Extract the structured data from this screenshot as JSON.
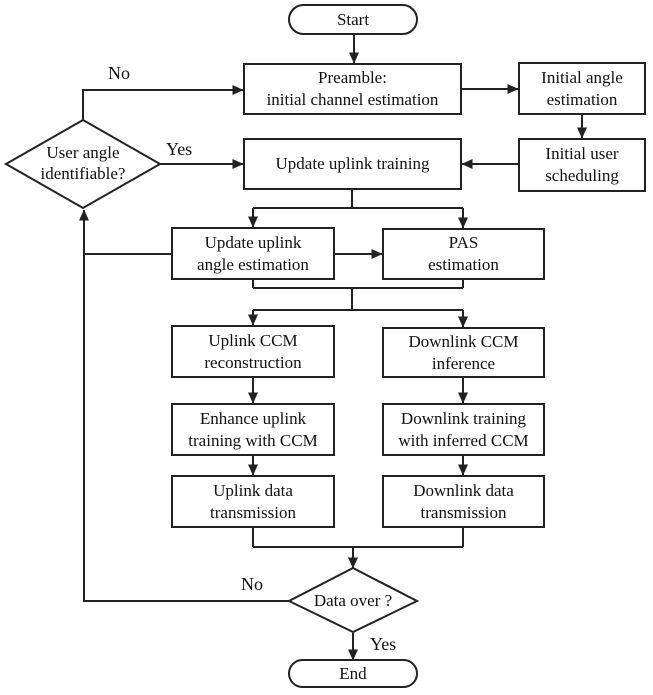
{
  "colors": {
    "line": "#222222",
    "node_fill": "#ffffff",
    "background": "#ffffff",
    "text": "#111111"
  },
  "nodes": {
    "start": {
      "label": "Start"
    },
    "preamble": {
      "label": "Preamble:\ninitial channel estimation"
    },
    "initial_angle": {
      "label": "Initial angle\nestimation"
    },
    "update_uplink_training": {
      "label": "Update uplink training"
    },
    "initial_user_scheduling": {
      "label": "Initial user\nscheduling"
    },
    "user_angle_identifiable": {
      "label": "User angle\nidentifiable?"
    },
    "update_uplink_angle": {
      "label": "Update uplink\nangle estimation"
    },
    "pas_estimation": {
      "label": "PAS\nestimation"
    },
    "uplink_ccm_reconstruction": {
      "label": "Uplink CCM\nreconstruction"
    },
    "downlink_ccm_inference": {
      "label": "Downlink CCM\ninference"
    },
    "enhance_uplink_training": {
      "label": "Enhance uplink\ntraining with CCM"
    },
    "downlink_training_inferred": {
      "label": "Downlink training\nwith inferred CCM"
    },
    "uplink_data_transmission": {
      "label": "Uplink data\ntransmission"
    },
    "downlink_data_transmission": {
      "label": "Downlink data\ntransmission"
    },
    "data_over": {
      "label": "Data over ?"
    },
    "end": {
      "label": "End"
    }
  },
  "edge_labels": {
    "no_top": "No",
    "yes_top": "Yes",
    "no_bottom": "No",
    "yes_bottom": "Yes"
  }
}
